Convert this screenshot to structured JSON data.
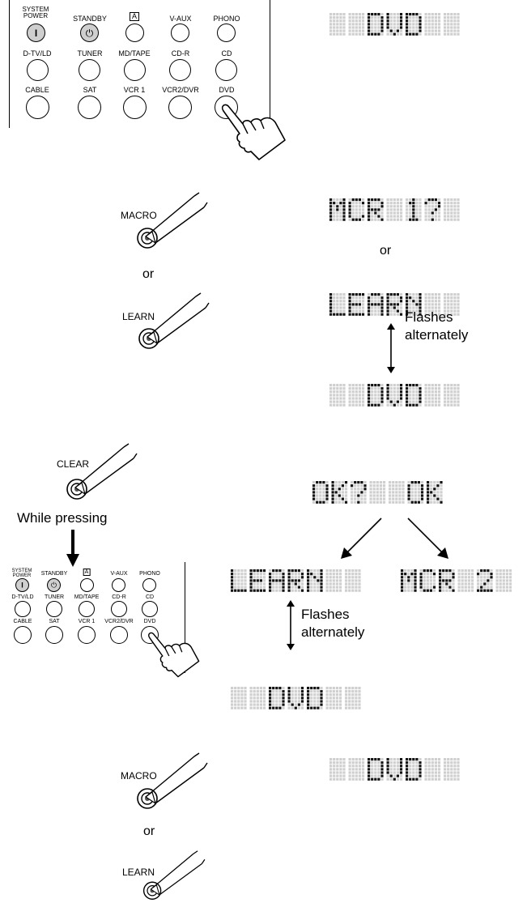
{
  "remote": {
    "rows": [
      [
        {
          "label": "SYSTEM\nPOWER",
          "glyph": "I",
          "style": "grey"
        },
        {
          "label": "STANDBY",
          "glyph": "⏻",
          "style": "grey"
        },
        {
          "label": "A",
          "glyph": "",
          "style": "plain",
          "boxed_label": true
        },
        {
          "label": "V-AUX",
          "glyph": "",
          "style": "plain"
        },
        {
          "label": "PHONO",
          "glyph": "",
          "style": "plain"
        }
      ],
      [
        {
          "label": "D-TV/LD",
          "glyph": "",
          "style": "plain"
        },
        {
          "label": "TUNER",
          "glyph": "",
          "style": "plain"
        },
        {
          "label": "MD/TAPE",
          "glyph": "",
          "style": "plain"
        },
        {
          "label": "CD-R",
          "glyph": "",
          "style": "plain"
        },
        {
          "label": "CD",
          "glyph": "",
          "style": "plain"
        }
      ],
      [
        {
          "label": "CABLE",
          "glyph": "",
          "style": "plain"
        },
        {
          "label": "SAT",
          "glyph": "",
          "style": "plain"
        },
        {
          "label": "VCR 1",
          "glyph": "",
          "style": "plain"
        },
        {
          "label": "VCR2/DVR",
          "glyph": "",
          "style": "plain"
        },
        {
          "label": "DVD",
          "glyph": "",
          "style": "plain"
        }
      ]
    ]
  },
  "labels": {
    "or_1": "or",
    "or_2": "or",
    "or_3": "or",
    "flashes_1": "Flashes\nalternately",
    "flashes_2": "Flashes\nalternately",
    "while_pressing": "While pressing"
  },
  "keys": {
    "macro_1": "MACRO",
    "learn_1": "LEARN",
    "clear": "CLEAR",
    "macro_2": "MACRO",
    "learn_2": "LEARN"
  },
  "displays": {
    "step1": "  DVD  ",
    "step2_macro": "MCR 1?",
    "step2_learn": "LEARN",
    "step2_dvd": "  DVD  ",
    "step3_ok": "OK?  OK",
    "step4_learn": "LEARN",
    "step4_macro": "MCR 2",
    "step4_dvd": "  DVD  ",
    "step5_dvd": "  DVD  "
  },
  "colors": {
    "lcd_bg": "#d6d6d6",
    "lcd_pixel_on": "#111111",
    "lcd_pixel_off": "#cfcfcf",
    "button_grey": "#cfcfcf"
  }
}
